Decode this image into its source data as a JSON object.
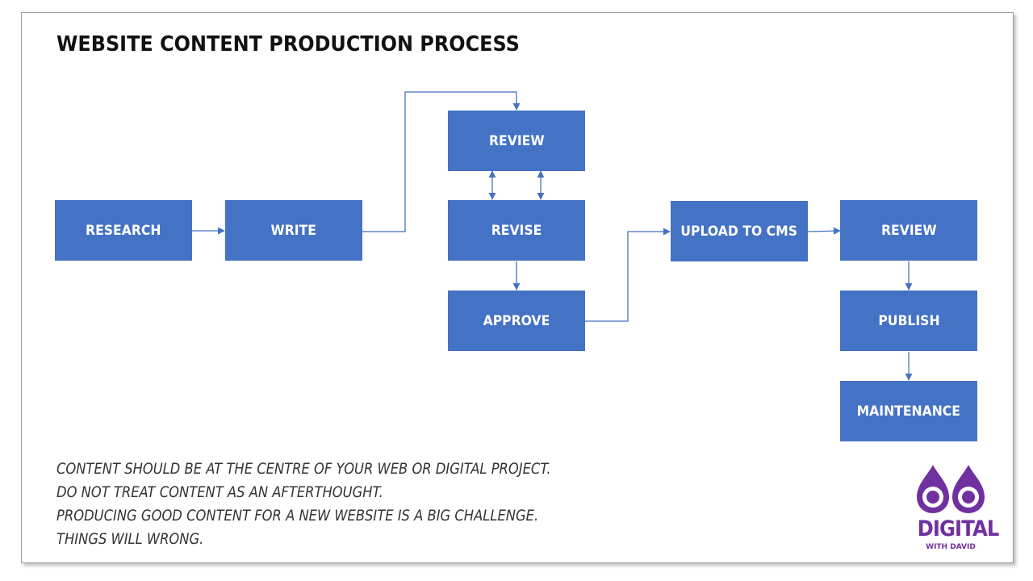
{
  "title": "Website Content Production Process",
  "nodes": {
    "research": "Research",
    "write": "Write",
    "review_1": "Review",
    "revise": "Revise",
    "approve": "Approve",
    "upload": "Upload to CMS",
    "review_2": "Review",
    "publish": "Publish",
    "maintenance": "Maintenance"
  },
  "notes": [
    "Content should be at the centre of your web or digital project.",
    "Do not treat content as an afterthought.",
    "Producing good content for a new website is a big challenge.",
    "Things will wrong."
  ],
  "logo": {
    "word": "DIGITAL",
    "sub": "WITH DAVID"
  },
  "colors": {
    "node_fill": "#4472c4",
    "connector": "#4472c4",
    "logo": "#7030a0"
  }
}
